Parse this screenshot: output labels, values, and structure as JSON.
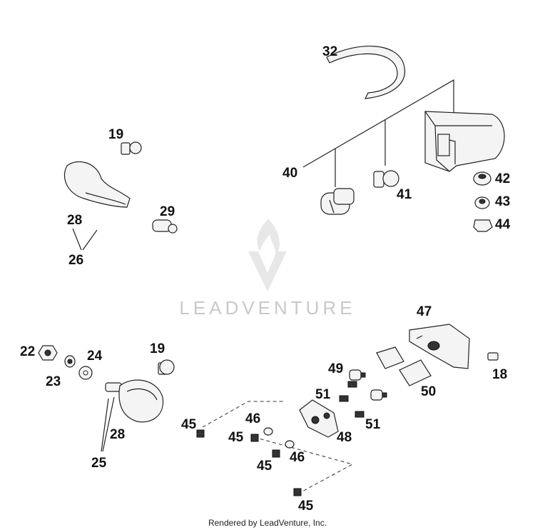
{
  "watermark": {
    "brand": "LEADVENTURE",
    "logo_icon": "leadventure-flame-logo-icon"
  },
  "footer": "Rendered by LeadVenture, Inc.",
  "callouts": {
    "c32": "32",
    "c40": "40",
    "c41": "41",
    "c42": "42",
    "c43": "43",
    "c44": "44",
    "c19a": "19",
    "c28a": "28",
    "c26": "26",
    "c29": "29",
    "c47": "47",
    "c22": "22",
    "c23": "23",
    "c24": "24",
    "c19b": "19",
    "c18": "18",
    "c49": "49",
    "c50": "50",
    "c51a": "51",
    "c51b": "51",
    "c45a": "45",
    "c46a": "46",
    "c45b": "45",
    "c48": "48",
    "c28b": "28",
    "c25": "25",
    "c45c": "45",
    "c46b": "46",
    "c45d": "45"
  }
}
